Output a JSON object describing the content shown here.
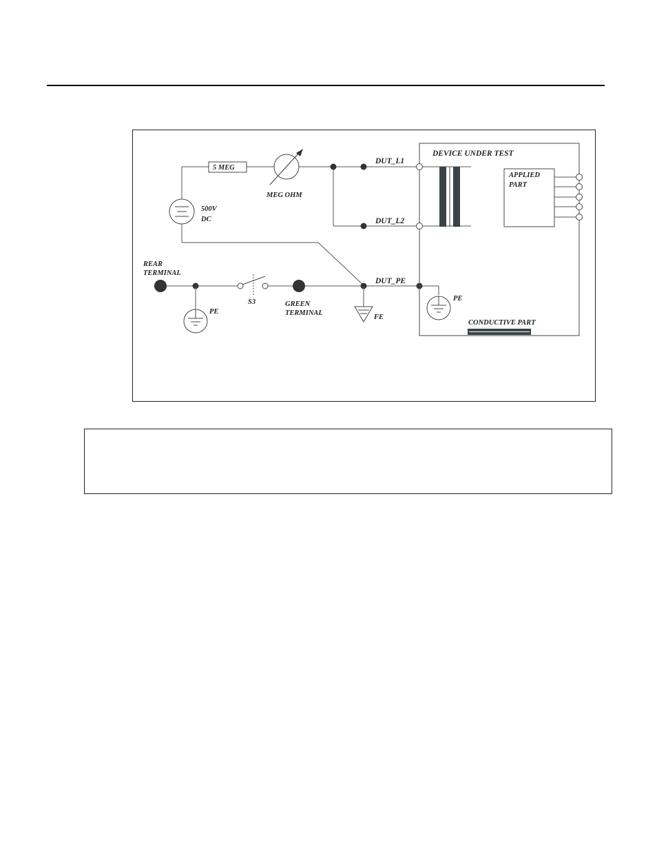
{
  "labels": {
    "resistor": "5 MEG",
    "meter": "MEG OHM",
    "source_voltage": "500V",
    "source_type": "DC",
    "dut_l1": "DUT_L1",
    "dut_l2": "DUT_L2",
    "dut_pe": "DUT_PE",
    "device_under_test": "DEVICE UNDER TEST",
    "applied_part_1": "APPLIED",
    "applied_part_2": "PART",
    "rear_terminal_1": "REAR",
    "rear_terminal_2": "TERMINAL",
    "pe_rear": "PE",
    "switch": "S3",
    "green_terminal_1": "GREEN",
    "green_terminal_2": "TERMINAL",
    "fe": "FE",
    "pe_dut": "PE",
    "conductive_part": "CONDUCTIVE PART"
  },
  "colors": {
    "wire": "#555555",
    "node": "#333333",
    "transformer_core": "#3a4448"
  },
  "icons": [
    "ground-symbol",
    "functional-earth-symbol",
    "dc-source-symbol",
    "ohmmeter-symbol",
    "switch-symbol"
  ]
}
